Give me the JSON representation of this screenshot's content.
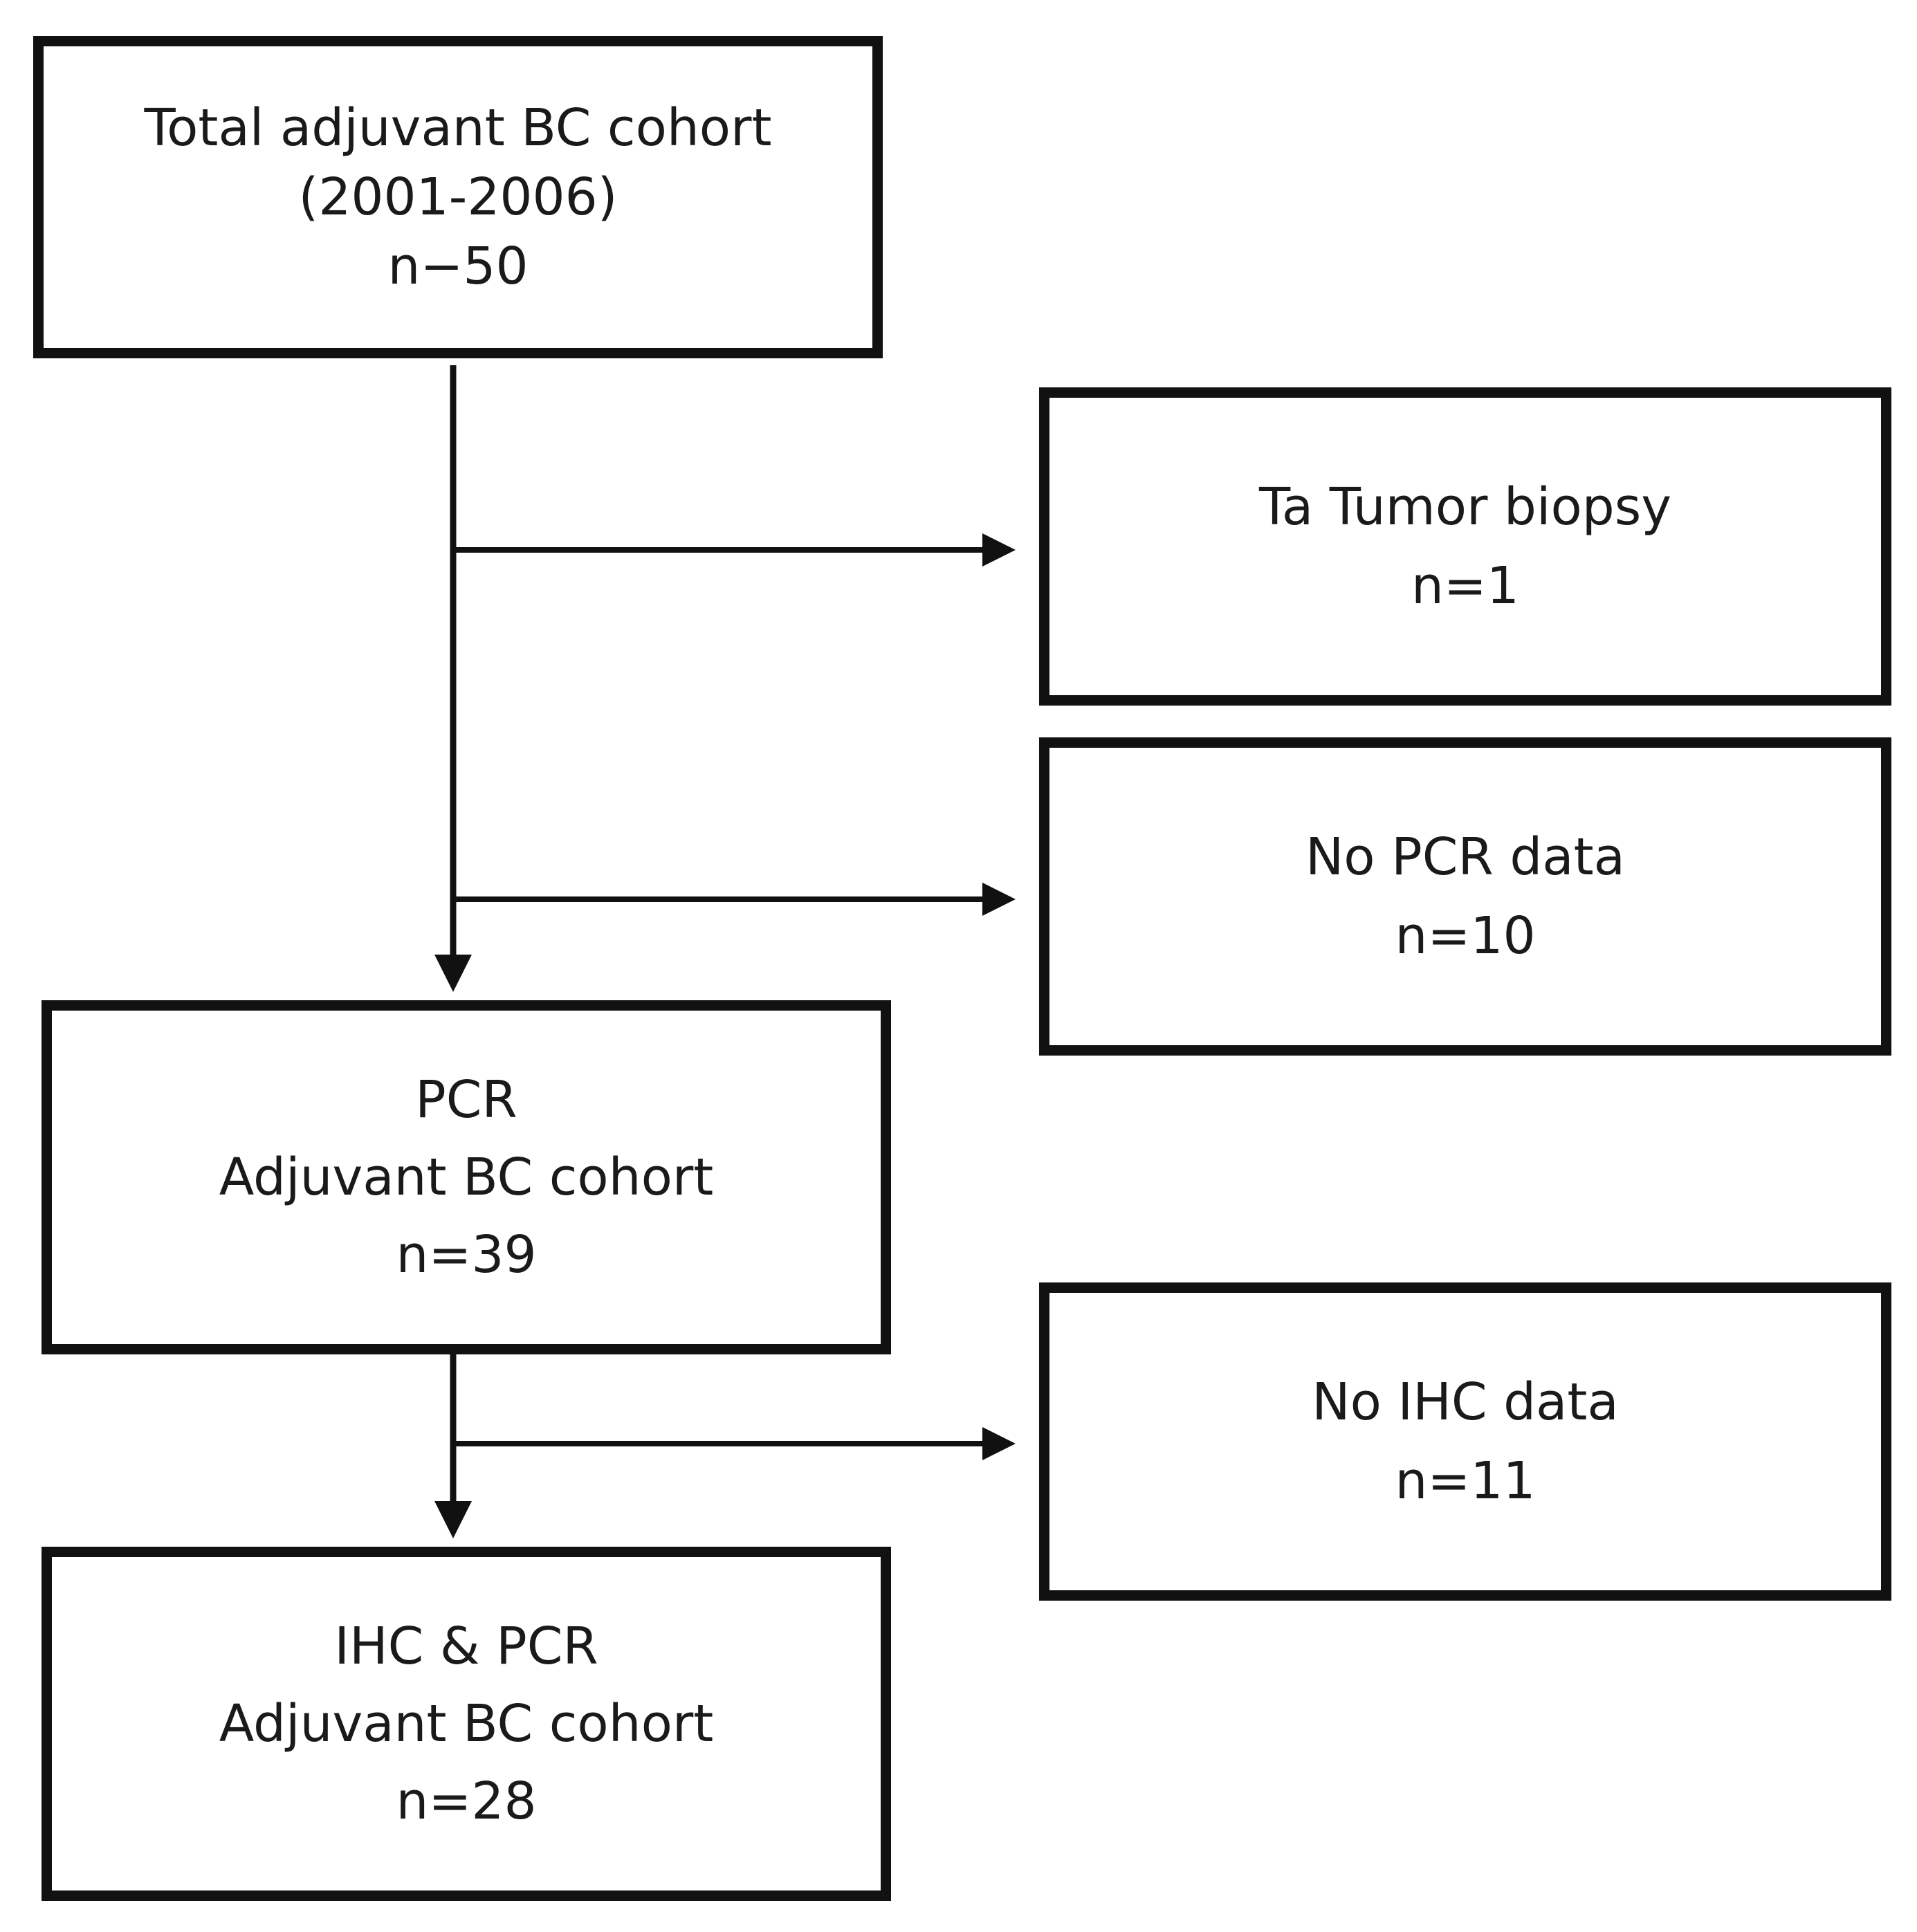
{
  "boxes": {
    "total": {
      "lines": [
        "Total adjuvant BC cohort",
        "(2001-2006)",
        "n−50"
      ]
    },
    "ta": {
      "lines": [
        "Ta Tumor biopsy",
        "n=1"
      ]
    },
    "no_pcr": {
      "lines": [
        "No PCR data",
        "n=10"
      ]
    },
    "pcr": {
      "lines": [
        "PCR",
        "Adjuvant BC cohort",
        "n=39"
      ]
    },
    "no_ihc": {
      "lines": [
        "No IHC data",
        "n=11"
      ]
    },
    "ihc_pcr": {
      "lines": [
        "IHC & PCR",
        "Adjuvant BC cohort",
        "n=28"
      ]
    }
  },
  "colors": {
    "stroke": "#111111",
    "text": "#1a1a1a",
    "background": "#ffffff"
  }
}
